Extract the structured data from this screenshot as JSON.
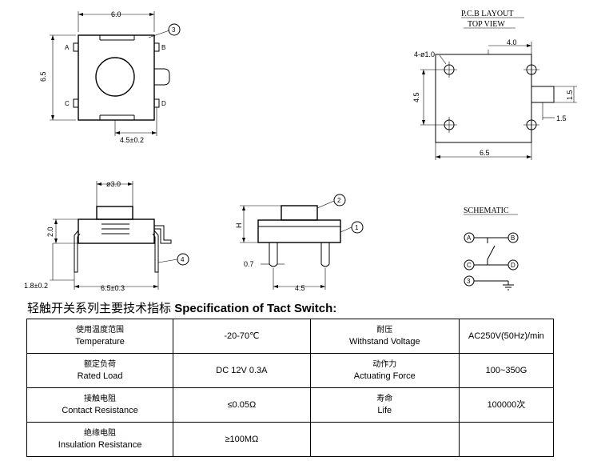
{
  "top_view": {
    "width_dim": "6.0",
    "height_dim": "6.5",
    "pin_pitch_dim": "4.5±0.2",
    "pins": [
      "A",
      "B",
      "C",
      "D"
    ],
    "callout": "3"
  },
  "pcb_layout": {
    "title": "P.C.B LAYOUT",
    "subtitle": "TOP VIEW",
    "hole_dim": "4-ø1.0",
    "x_pitch_dim": "4.0",
    "y_pitch_dim": "4.5",
    "width_dim": "6.5",
    "right_dim_a": "1.5",
    "right_dim_b": "1.5"
  },
  "front_view": {
    "button_dim": "ø3.0",
    "height_dim": "2.0",
    "lead_dim": "1.8±0.2",
    "width_dim": "6.5±0.3",
    "callout": "4"
  },
  "side_view": {
    "height_dim": "H",
    "lead_dim": "0.7",
    "pitch_dim": "4.5",
    "callout_a": "2",
    "callout_b": "1"
  },
  "schematic": {
    "title": "SCHEMATIC",
    "nodes": [
      "A",
      "B",
      "C",
      "D",
      "3"
    ]
  },
  "spec": {
    "title_cn": "轻触开关系列主要技术指标",
    "title_en": "Specification of Tact Switch:",
    "rows": [
      [
        {
          "cn": "使用温度范围",
          "en": "Temperature"
        },
        {
          "value": "-20-70℃"
        },
        {
          "cn": "耐压",
          "en": "Withstand Voltage"
        },
        {
          "value": "AC250V(50Hz)/min"
        }
      ],
      [
        {
          "cn": "额定负荷",
          "en": "Rated Load"
        },
        {
          "value": "DC 12V 0.3A"
        },
        {
          "cn": "动作力",
          "en": "Actuating Force"
        },
        {
          "value": "100~350G"
        }
      ],
      [
        {
          "cn": "接触电阻",
          "en": "Contact Resistance"
        },
        {
          "value": "≤0.05Ω"
        },
        {
          "cn": "寿命",
          "en": "Life"
        },
        {
          "value": "100000次"
        }
      ],
      [
        {
          "cn": "绝缘电阻",
          "en": "Insulation Resistance"
        },
        {
          "value": "≥100MΩ"
        },
        {
          "cn": "",
          "en": ""
        },
        {
          "value": ""
        }
      ]
    ]
  }
}
